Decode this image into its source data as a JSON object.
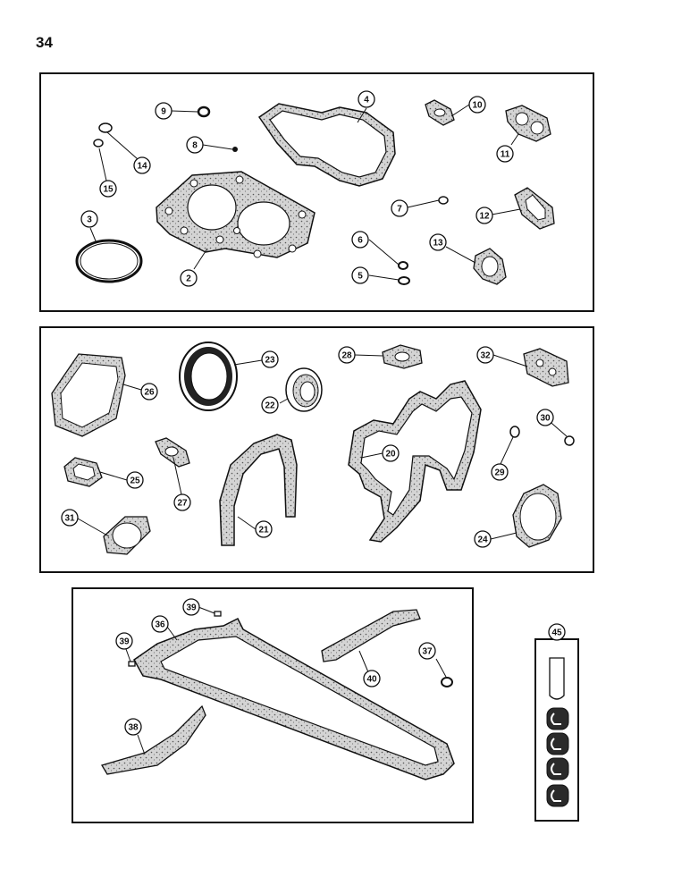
{
  "page": {
    "number": "34"
  },
  "panels": [
    {
      "id": "top",
      "callouts": [
        "2",
        "3",
        "4",
        "5",
        "6",
        "7",
        "8",
        "9",
        "10",
        "11",
        "12",
        "13",
        "14",
        "15"
      ]
    },
    {
      "id": "middle",
      "callouts": [
        "20",
        "21",
        "22",
        "23",
        "24",
        "25",
        "26",
        "27",
        "28",
        "29",
        "30",
        "31",
        "32"
      ]
    },
    {
      "id": "bottom",
      "callouts": [
        "36",
        "37",
        "38",
        "39",
        "39",
        "40"
      ]
    },
    {
      "id": "kit",
      "callouts": [
        "45"
      ]
    }
  ],
  "colors": {
    "ink": "#111111",
    "gasket_fill": "#c9c9c9",
    "paper": "#ffffff"
  }
}
